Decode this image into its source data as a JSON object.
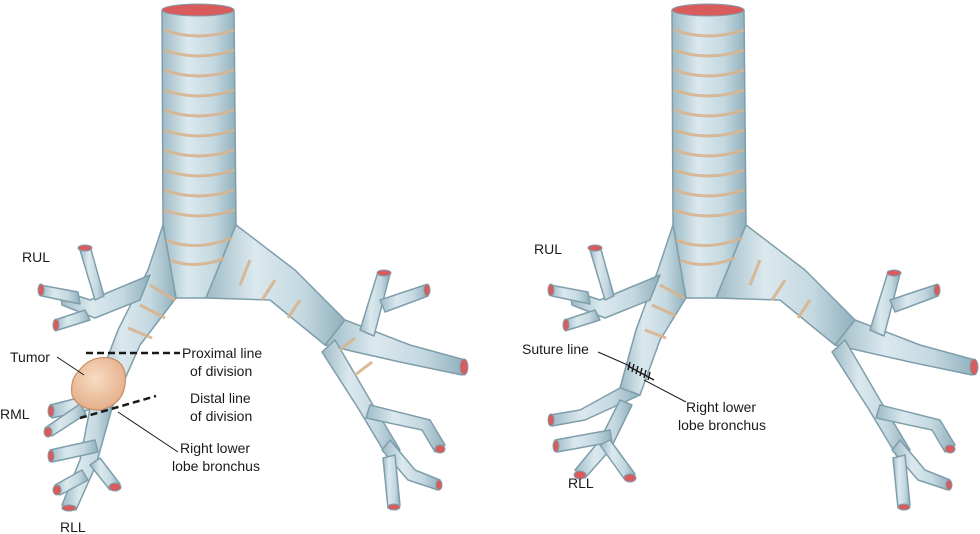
{
  "left_panel": {
    "labels": {
      "rul": "RUL",
      "tumor": "Tumor",
      "rml": "RML",
      "rll": "RLL",
      "proximal_line_1": "Proximal line",
      "proximal_line_2": "of division",
      "distal_line_1": "Distal line",
      "distal_line_2": "of division",
      "right_lower_1": "Right lower",
      "right_lower_2": "lobe bronchus"
    }
  },
  "right_panel": {
    "labels": {
      "rul": "RUL",
      "suture_line": "Suture line",
      "right_lower_1": "Right lower",
      "right_lower_2": "lobe bronchus",
      "rll": "RLL"
    }
  },
  "colors": {
    "airway_fill": "#c9dce3",
    "airway_shadow": "#8fb0bd",
    "cartilage": "#d8b48e",
    "lumen": "#d95b5b",
    "tumor": "#f0c7a5",
    "line": "#1a1a1a"
  }
}
